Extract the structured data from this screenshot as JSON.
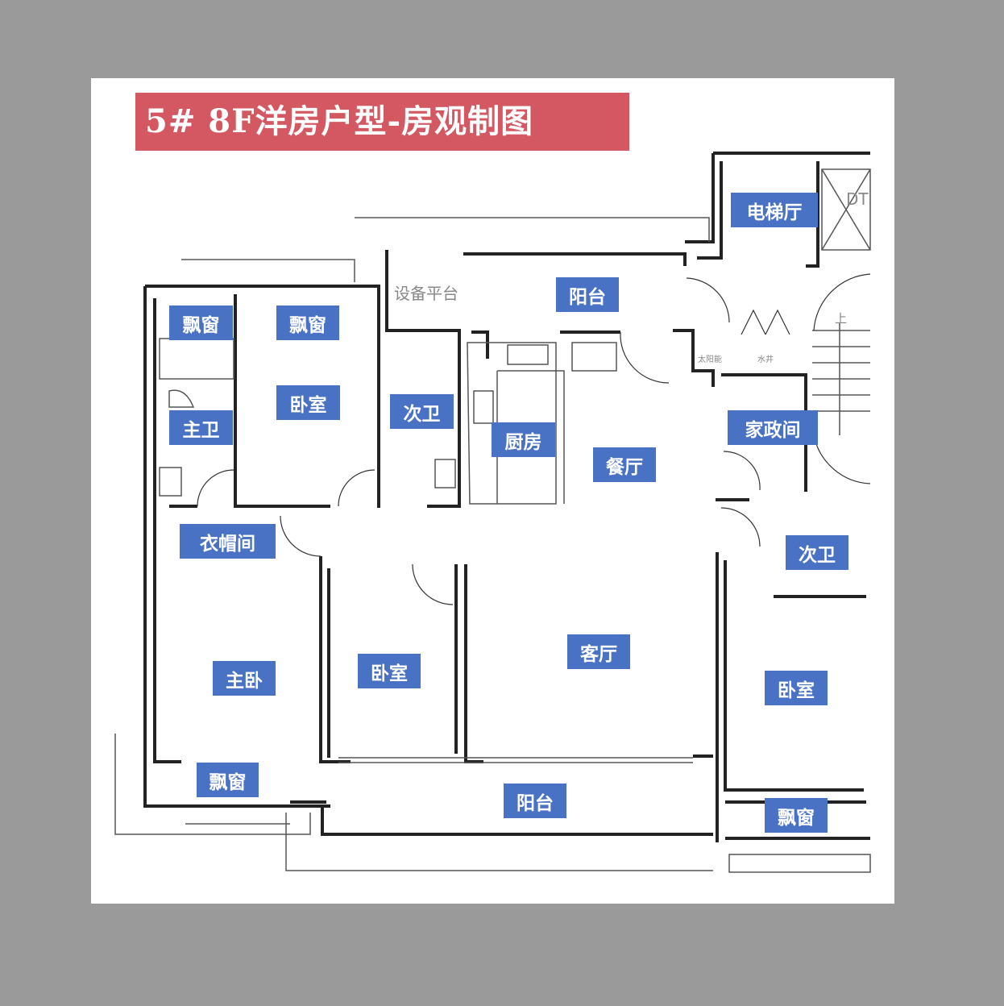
{
  "title": "5# 8F洋房户型-房观制图",
  "rooms": {
    "elevator_hall": "电梯厅",
    "balcony_top": "阳台",
    "bay_window_1": "飘窗",
    "bay_window_2": "飘窗",
    "bedroom_1": "卧室",
    "secondary_bath_1": "次卫",
    "master_bath": "主卫",
    "kitchen": "厨房",
    "utility_room": "家政间",
    "dining_room": "餐厅",
    "cloakroom": "衣帽间",
    "secondary_bath_2": "次卫",
    "living_room": "客厅",
    "bedroom_2": "卧室",
    "master_bedroom": "主卧",
    "bedroom_3": "卧室",
    "bay_window_3": "飘窗",
    "balcony_bottom": "阳台",
    "bay_window_4": "飘窗"
  },
  "annotations": {
    "equipment_platform": "设备平台",
    "solar": "太阳能",
    "water_well": "水井",
    "up": "上",
    "elevator": "DT"
  }
}
